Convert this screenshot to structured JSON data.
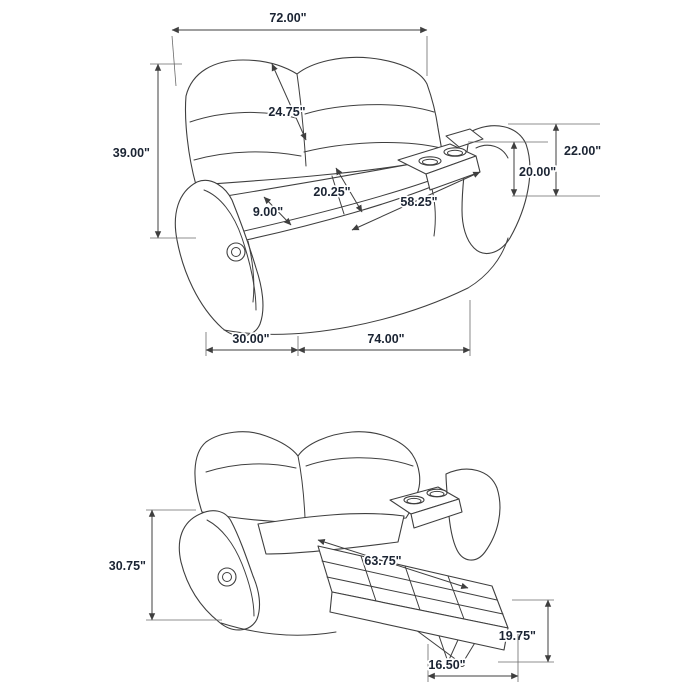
{
  "diagram": {
    "colors": {
      "background": "#ffffff",
      "line": "#3f3f3f",
      "label": "#1b2433"
    },
    "upright": {
      "overall_width": "72.00\"",
      "back_cushion_diag": "24.75\"",
      "overall_height": "39.00\"",
      "arm_height": "22.00\"",
      "console_height": "20.00\"",
      "seat_depth_diag": "20.25\"",
      "seat_front_small": "9.00\"",
      "seat_width_diag": "58.25\"",
      "depth_left": "30.00\"",
      "base_width": "74.00\""
    },
    "reclined": {
      "overall_height": "30.75\"",
      "reclined_length": "63.75\"",
      "footrest_height": "19.75\"",
      "footrest_depth": "16.50\""
    }
  }
}
